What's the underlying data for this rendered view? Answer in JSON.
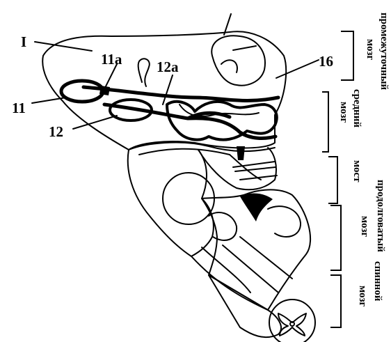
{
  "labels": {
    "roman_one": "I",
    "l_11a": "11а",
    "l_12a": "12а",
    "l_16": "16",
    "l_11": "11",
    "l_12": "12"
  },
  "regions": {
    "diencephalon_1": "промежуточный",
    "diencephalon_2": "мозг",
    "midbrain_1": "средний",
    "midbrain_2": "мозг",
    "pons": "мост",
    "medulla_1": "продолговатый",
    "medulla_2": "мозг",
    "spinal_1": "спинной",
    "spinal_2": "мозг"
  },
  "colors": {
    "line": "#000000",
    "background": "#ffffff"
  }
}
